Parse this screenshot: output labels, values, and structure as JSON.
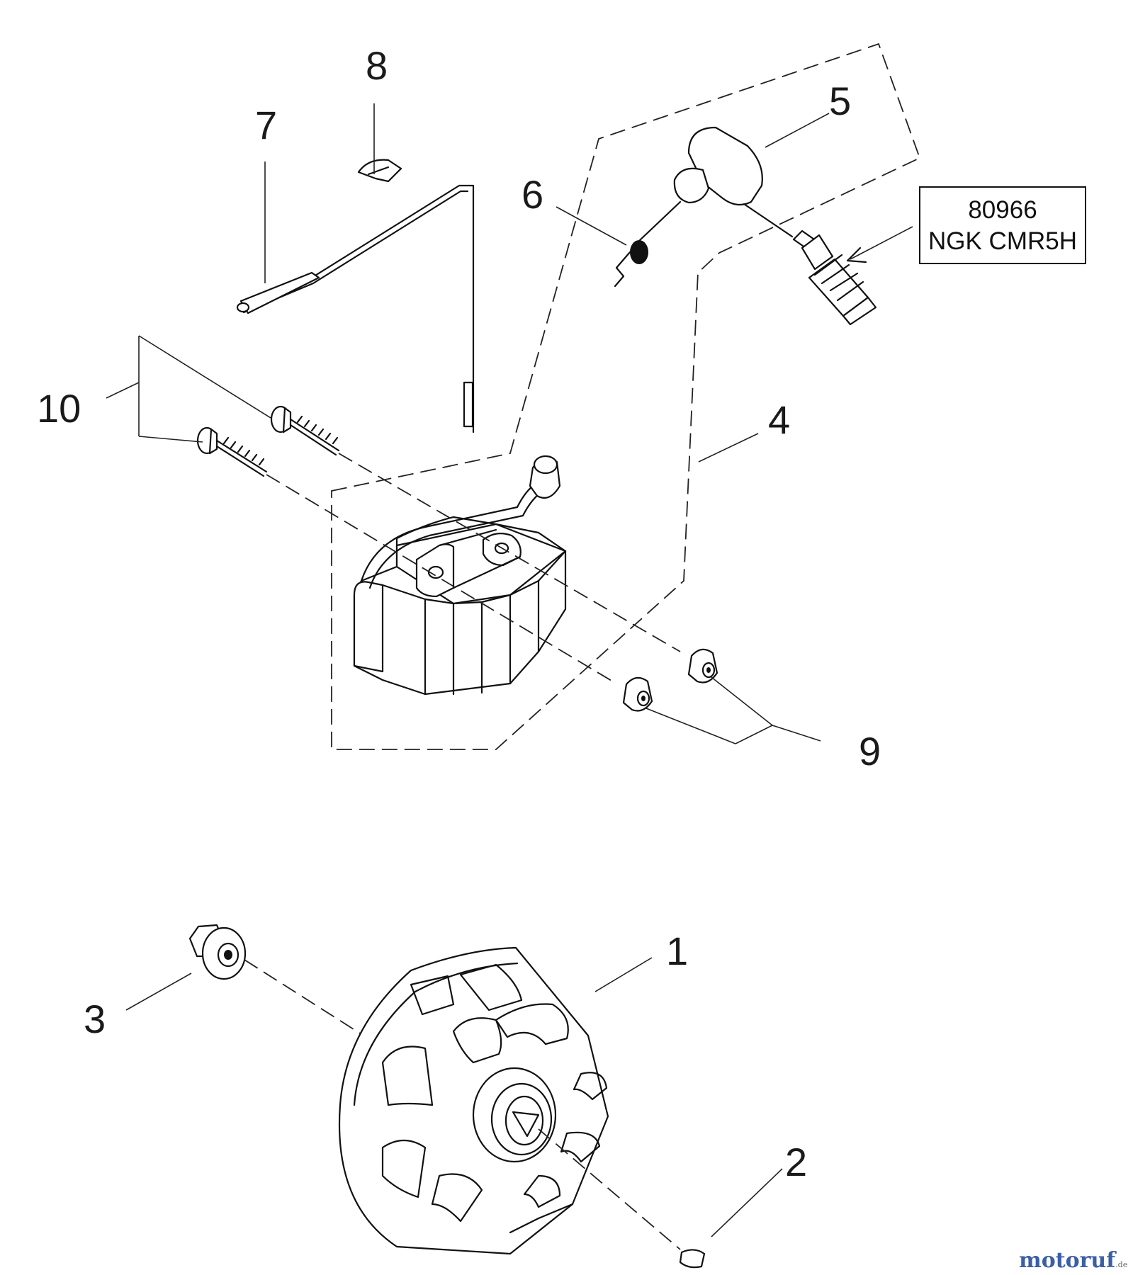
{
  "callouts": [
    {
      "id": "1",
      "label": "1"
    },
    {
      "id": "2",
      "label": "2"
    },
    {
      "id": "3",
      "label": "3"
    },
    {
      "id": "4",
      "label": "4"
    },
    {
      "id": "5",
      "label": "5"
    },
    {
      "id": "6",
      "label": "6"
    },
    {
      "id": "7",
      "label": "7"
    },
    {
      "id": "8",
      "label": "8"
    },
    {
      "id": "9",
      "label": "9"
    },
    {
      "id": "10",
      "label": "10"
    }
  ],
  "spec_box": {
    "line1": "80966",
    "line2": "NGK CMR5H"
  },
  "watermark": {
    "brand_main": "motoruf",
    "tld": ".de"
  },
  "parts": [
    {
      "callout": "1",
      "icon": "flywheel-icon"
    },
    {
      "callout": "2",
      "icon": "woodruff-key-icon"
    },
    {
      "callout": "3",
      "icon": "flange-nut-icon"
    },
    {
      "callout": "4",
      "icon": "ignition-coil-icon"
    },
    {
      "callout": "5",
      "icon": "spark-plug-boot-icon"
    },
    {
      "callout": "6",
      "icon": "spring-terminal-icon"
    },
    {
      "callout": "7",
      "icon": "stop-wire-icon"
    },
    {
      "callout": "8",
      "icon": "wire-clip-icon"
    },
    {
      "callout": "9",
      "icon": "spacer-icon"
    },
    {
      "callout": "10",
      "icon": "coil-screw-icon"
    }
  ],
  "spark_plug": {
    "icon": "spark-plug-icon"
  }
}
